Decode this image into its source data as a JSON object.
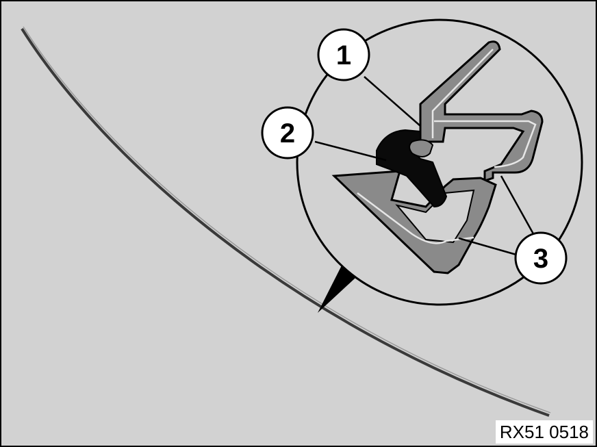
{
  "diagram": {
    "callouts": [
      {
        "id": "1",
        "label": "1"
      },
      {
        "id": "2",
        "label": "2"
      },
      {
        "id": "3",
        "label": "3"
      }
    ],
    "figure_code": "RX51 0518",
    "colors": {
      "background": "#d2d2d2",
      "seal_gray": "#8a8a8a",
      "seal_dark": "#0a0a0a",
      "outline": "#000000",
      "label_bg": "#ffffff"
    }
  }
}
